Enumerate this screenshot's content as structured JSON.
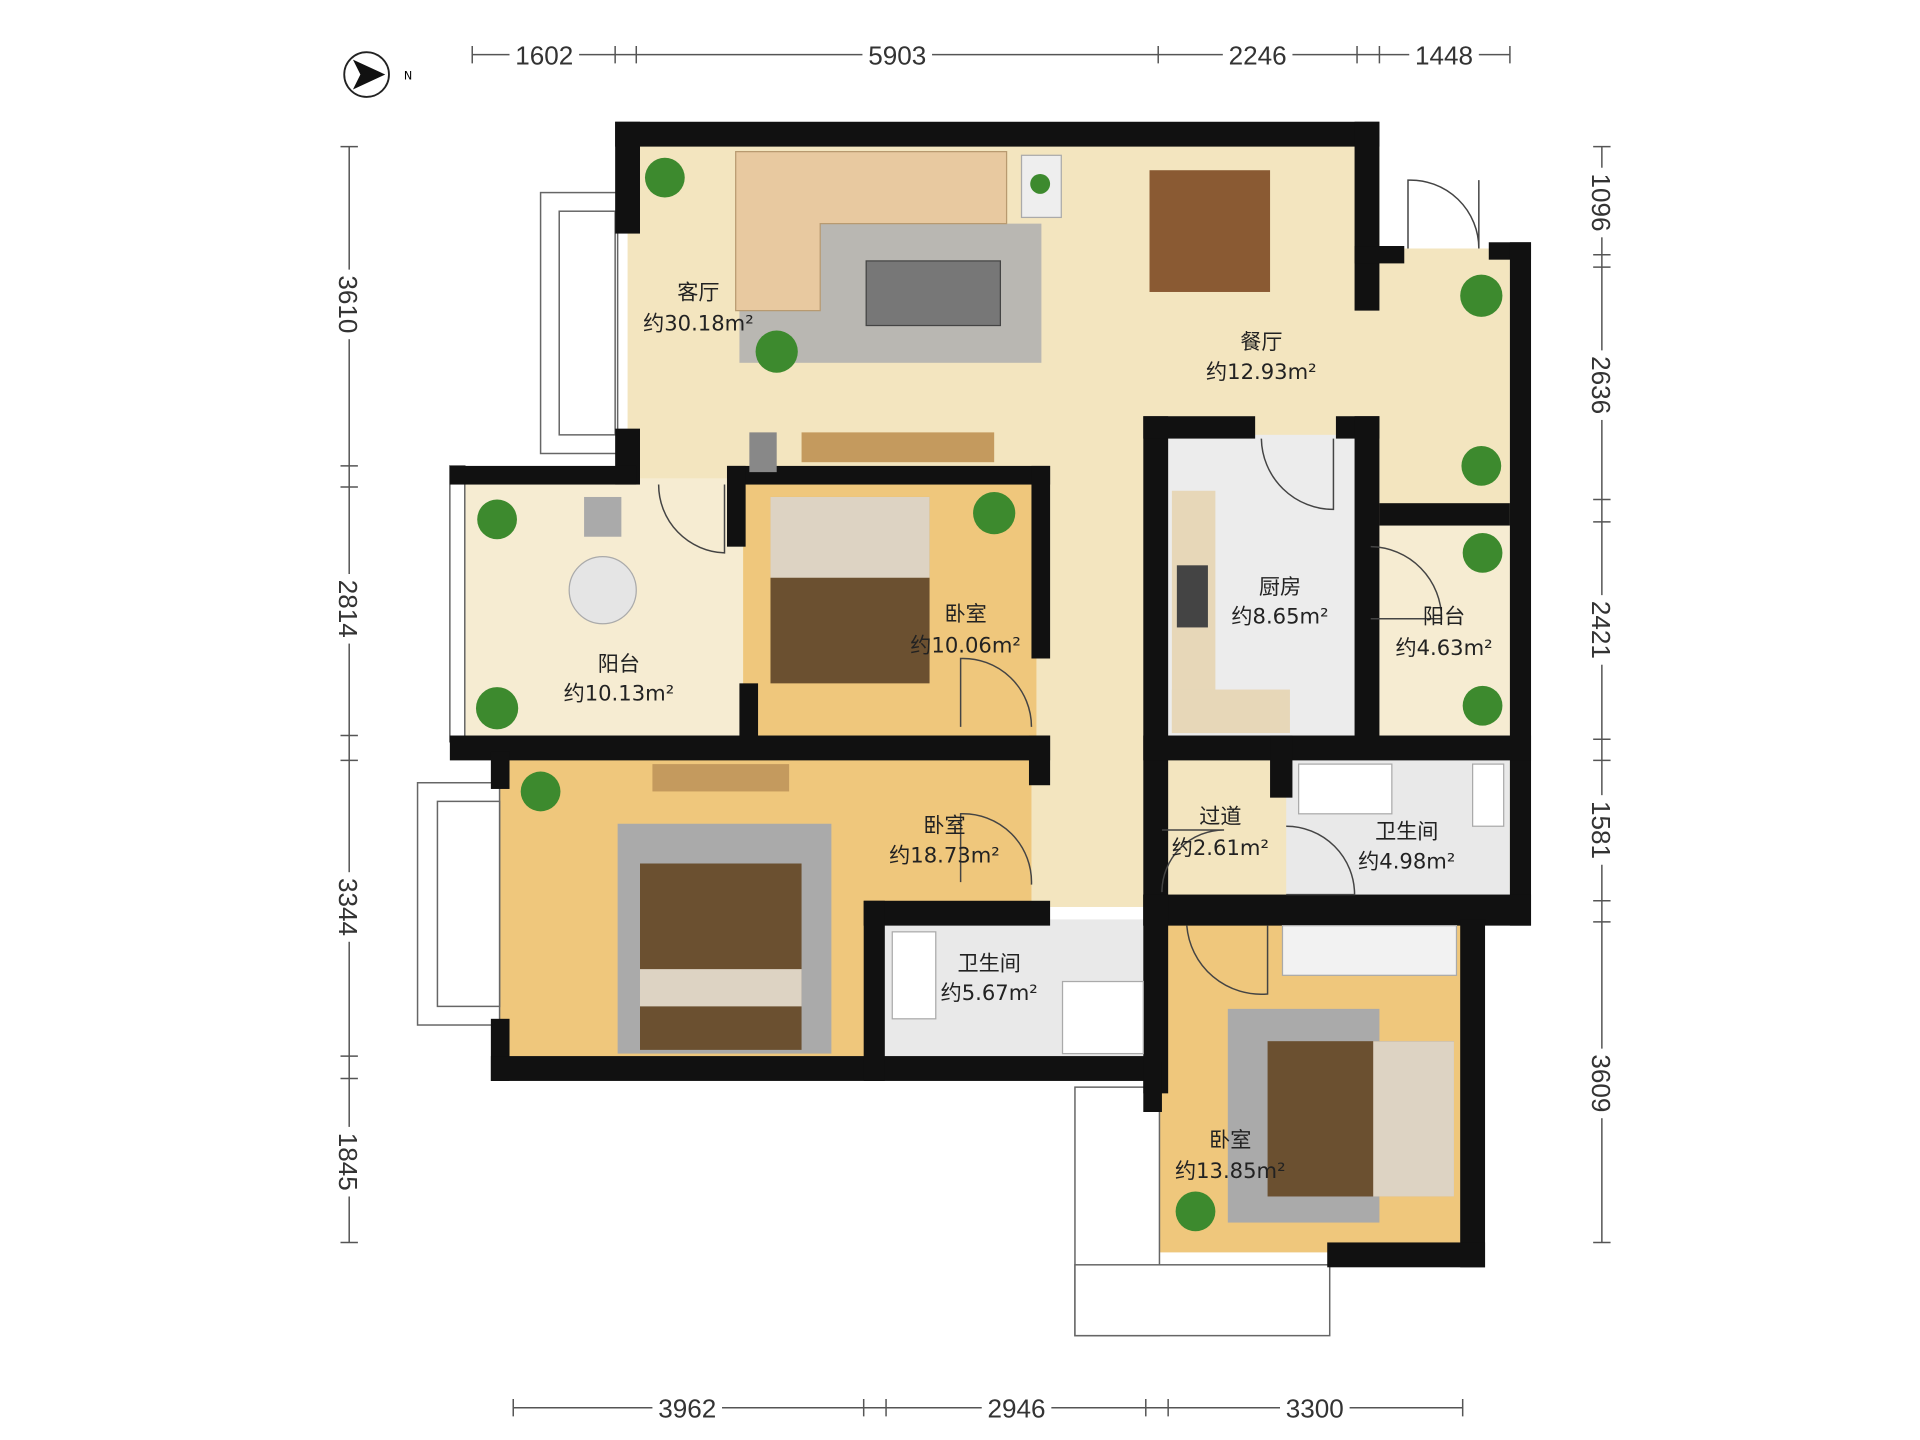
{
  "compass": {
    "label": "N"
  },
  "dimensions": {
    "top": [
      "1602",
      "5903",
      "2246",
      "1448"
    ],
    "bottom": [
      "3962",
      "2946",
      "3300"
    ],
    "left": [
      "3610",
      "2814",
      "3344",
      "1845"
    ],
    "right": [
      "1096",
      "2636",
      "2421",
      "1581",
      "3609"
    ]
  },
  "rooms": [
    {
      "name": "客厅",
      "area": "约30.18m²"
    },
    {
      "name": "餐厅",
      "area": "约12.93m²"
    },
    {
      "name": "阳台",
      "area": "约10.13m²"
    },
    {
      "name": "卧室",
      "area": "约10.06m²"
    },
    {
      "name": "厨房",
      "area": "约8.65m²"
    },
    {
      "name": "阳台",
      "area": "约4.63m²"
    },
    {
      "name": "卧室",
      "area": "约18.73m²"
    },
    {
      "name": "过道",
      "area": "约2.61m²"
    },
    {
      "name": "卫生间",
      "area": "约4.98m²"
    },
    {
      "name": "卫生间",
      "area": "约5.67m²"
    },
    {
      "name": "卧室",
      "area": "约13.85m²"
    }
  ],
  "colors": {
    "marble": "#f3e5bf",
    "wood": "#efc77c",
    "tile": "#f6ecd2",
    "wet": "#e9e9e9",
    "wall": "#111111"
  }
}
